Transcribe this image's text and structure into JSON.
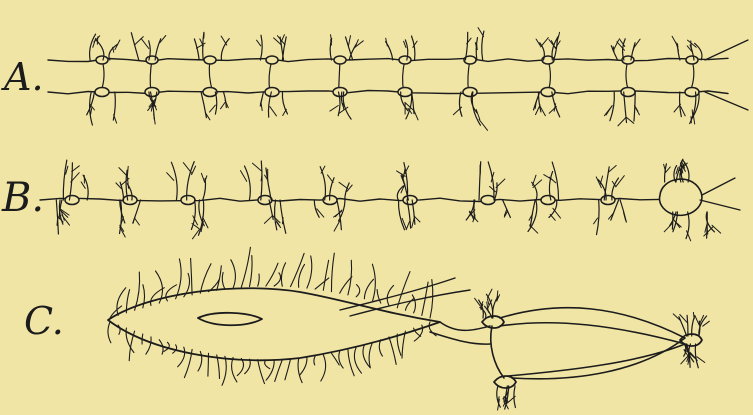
{
  "figure": {
    "background": "#f1e5a6",
    "ink": "#1c1c1c",
    "panels": [
      {
        "label": "A.",
        "depicts": "double-row-nerve-net"
      },
      {
        "label": "B.",
        "depicts": "single-row-nerve-net"
      },
      {
        "label": "C.",
        "depicts": "elongated-cell-and-ganglion"
      }
    ]
  }
}
